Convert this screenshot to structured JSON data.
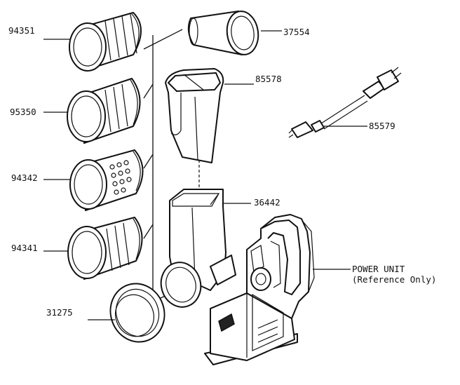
{
  "parts": [
    {
      "number": "94351"
    },
    {
      "number": "95350"
    },
    {
      "number": "94342"
    },
    {
      "number": "94341"
    },
    {
      "number": "31275"
    },
    {
      "number": "37554"
    },
    {
      "number": "85578"
    },
    {
      "number": "36442"
    },
    {
      "number": "85579"
    }
  ],
  "power_unit": {
    "label": "POWER UNIT",
    "note": "(Reference Only)"
  }
}
